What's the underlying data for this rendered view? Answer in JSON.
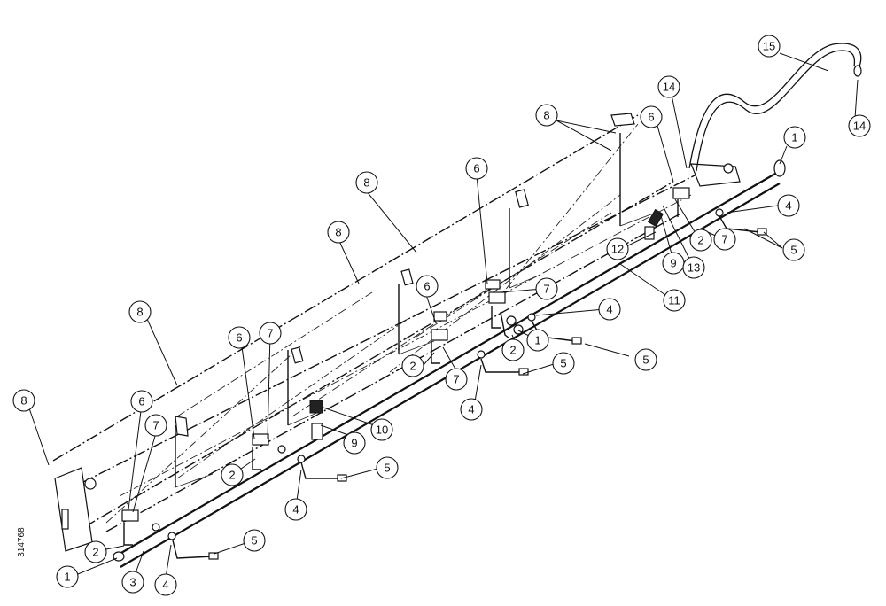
{
  "drawing": {
    "reference_code": "314768",
    "callouts": [
      {
        "label": "15"
      },
      {
        "label": "14"
      },
      {
        "label": "14"
      },
      {
        "label": "1"
      },
      {
        "label": "6"
      },
      {
        "label": "8"
      },
      {
        "label": "4"
      },
      {
        "label": "5"
      },
      {
        "label": "7"
      },
      {
        "label": "2"
      },
      {
        "label": "12"
      },
      {
        "label": "9"
      },
      {
        "label": "13"
      },
      {
        "label": "6"
      },
      {
        "label": "8"
      },
      {
        "label": "8"
      },
      {
        "label": "7"
      },
      {
        "label": "6"
      },
      {
        "label": "11"
      },
      {
        "label": "4"
      },
      {
        "label": "1"
      },
      {
        "label": "2"
      },
      {
        "label": "5"
      },
      {
        "label": "8"
      },
      {
        "label": "6"
      },
      {
        "label": "7"
      },
      {
        "label": "2"
      },
      {
        "label": "7"
      },
      {
        "label": "5"
      },
      {
        "label": "4"
      },
      {
        "label": "10"
      },
      {
        "label": "9"
      },
      {
        "label": "8"
      },
      {
        "label": "6"
      },
      {
        "label": "7"
      },
      {
        "label": "2"
      },
      {
        "label": "5"
      },
      {
        "label": "4"
      },
      {
        "label": "5"
      },
      {
        "label": "2"
      },
      {
        "label": "1"
      },
      {
        "label": "3"
      },
      {
        "label": "4"
      }
    ]
  }
}
